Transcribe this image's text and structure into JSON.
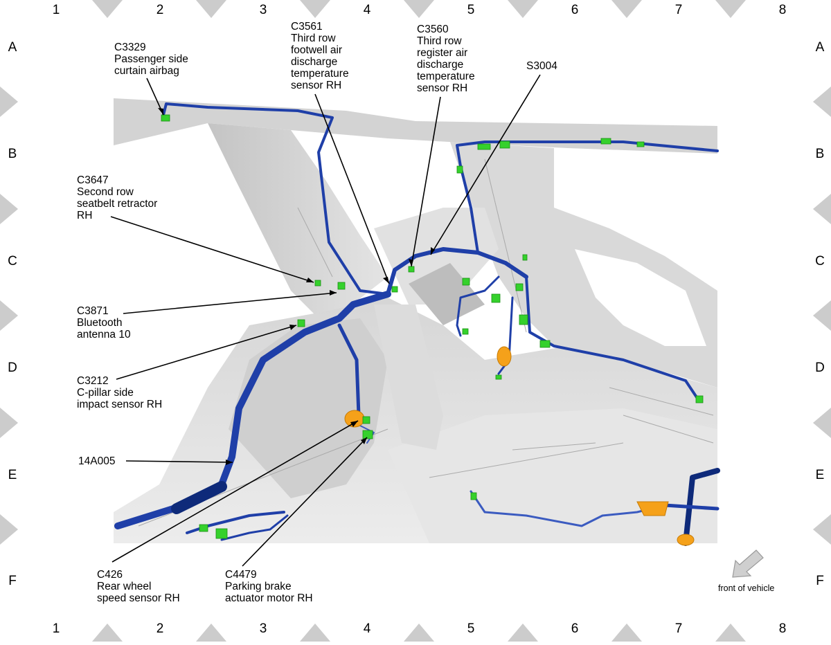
{
  "grid": {
    "columns": [
      "1",
      "2",
      "3",
      "4",
      "5",
      "6",
      "7",
      "8"
    ],
    "rows": [
      "A",
      "B",
      "C",
      "D",
      "E",
      "F"
    ]
  },
  "callouts": {
    "c3329": {
      "code": "C3329",
      "line1": "Passenger side",
      "line2": "curtain airbag"
    },
    "c3561": {
      "code": "C3561",
      "line1": "Third row",
      "line2": "footwell air",
      "line3": "discharge",
      "line4": "temperature",
      "line5": "sensor RH"
    },
    "c3560": {
      "code": "C3560",
      "line1": "Third row",
      "line2": "register air",
      "line3": "discharge",
      "line4": "temperature",
      "line5": "sensor RH"
    },
    "s3004": {
      "code": "S3004"
    },
    "c3647": {
      "code": "C3647",
      "line1": "Second row",
      "line2": "seatbelt retractor",
      "line3": "RH"
    },
    "c3871": {
      "code": "C3871",
      "line1": "Bluetooth",
      "line2": "antenna 10"
    },
    "c3212": {
      "code": "C3212",
      "line1": "C-pillar side",
      "line2": "impact sensor RH"
    },
    "h14a005": {
      "code": "14A005"
    },
    "c426": {
      "code": "C426",
      "line1": "Rear wheel",
      "line2": "speed sensor RH"
    },
    "c4479": {
      "code": "C4479",
      "line1": "Parking brake",
      "line2": "actuator motor RH"
    }
  },
  "front_of_vehicle": "front of vehicle",
  "colors": {
    "harness": "#1f3fa8",
    "harness_dark": "#0e2a7a",
    "connector": "#35d12c",
    "orange_part": "#f5a11a",
    "body_panel": "#dedede",
    "border_triangle": "#cccccc"
  }
}
